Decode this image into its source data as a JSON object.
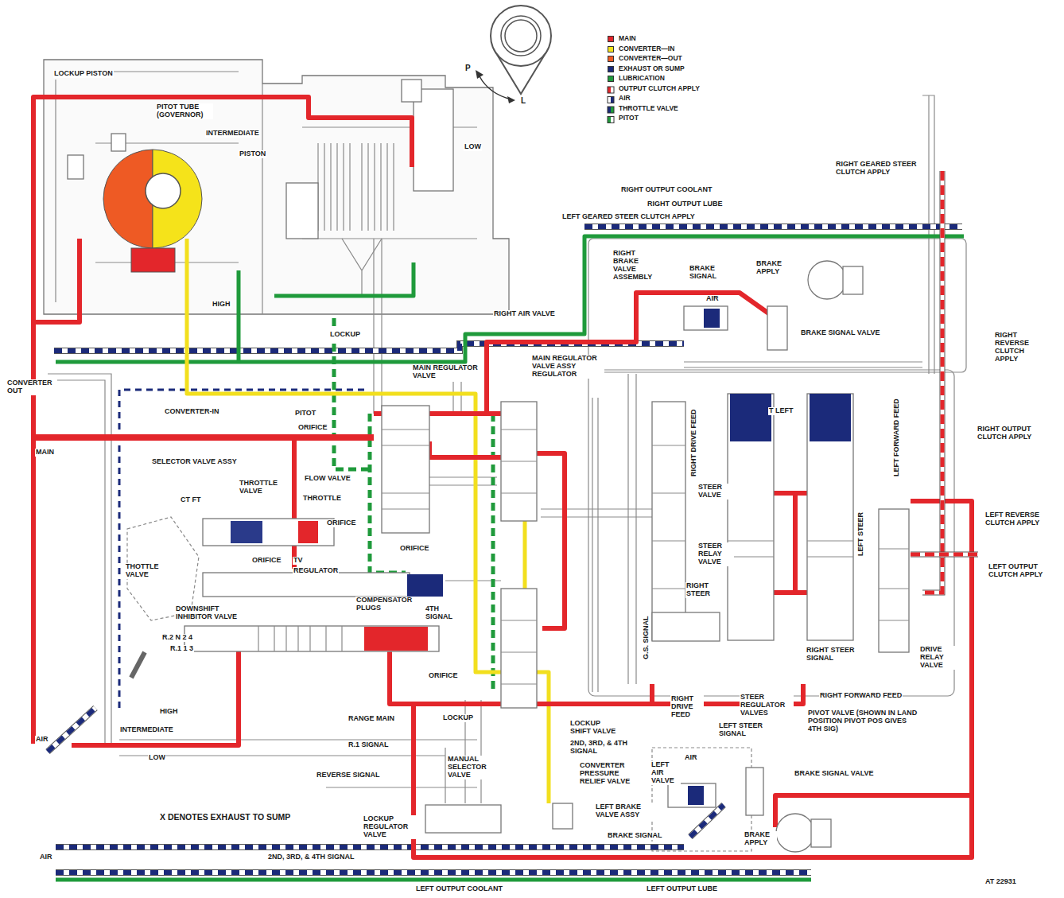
{
  "diagram": {
    "labels": [
      "LOCKUP PISTON",
      "PITOT TUBE (GOVERNOR)",
      "INTERMEDIATE",
      "PISTON",
      "LOW",
      "HIGH",
      "LOCKUP",
      "CONVERTER OUT",
      "MAIN",
      "CONVERTER-IN",
      "PITOT",
      "ORIFICE",
      "SELECTOR VALVE ASSY",
      "CT FT",
      "THROTTLE VALVE",
      "THROTTLE",
      "ORIFICE",
      "THOTTLE VALVE",
      "ORIFICE",
      "TV",
      "REGULATOR",
      "DOWNSHIFT INHIBITOR VALVE",
      "COMPENSATOR PLUGS",
      "4TH SIGNAL",
      "R.2 N 2 4",
      "R.1 1 3",
      "ORIFICE",
      "HIGH",
      "INTERMEDIATE",
      "LOW",
      "AIR",
      "RANGE MAIN",
      "LOCKUP",
      "R.1 SIGNAL",
      "REVERSE SIGNAL",
      "MANUAL SELECTOR VALVE",
      "LOCKUP SHIFT VALVE",
      "2ND, 3RD, & 4TH SIGNAL",
      "CONVERTER PRESSURE RELIEF VALVE",
      "X DENOTES EXHAUST TO SUMP",
      "LOCKUP REGULATOR VALVE",
      "LEFT BRAKE VALVE ASSY",
      "BRAKE SIGNAL",
      "AIR",
      "2ND, 3RD, & 4TH SIGNAL",
      "LEFT OUTPUT COOLANT",
      "LEFT OUTPUT LUBE",
      "AT 22931",
      "MAIN REGULATOR VALVE",
      "MAIN REGULATOR VALVE ASSY REGULATOR",
      "FLOW VALVE",
      "ORIFICE",
      "RIGHT AIR VALVE",
      "RIGHT OUTPUT COOLANT",
      "RIGHT OUTPUT LUBE",
      "LEFT GEARED STEER CLUTCH APPLY",
      "RIGHT BRAKE VALVE ASSEMBLY",
      "BRAKE SIGNAL",
      "BRAKE APPLY",
      "AIR",
      "BRAKE SIGNAL VALVE",
      "RIGHT GEARED STEER CLUTCH APPLY",
      "RIGHT REVERSE CLUTCH APPLY",
      "RIGHT OUTPUT CLUTCH APPLY",
      "RIGHT DRIVE FEED",
      "LEFT FORWARD FEED",
      "T LEFT",
      "STEER VALVE",
      "STEER RELAY VALVE",
      "RIGHT STEER",
      "LEFT STEER",
      "G.S. SIGNAL",
      "RIGHT STEER SIGNAL",
      "DRIVE RELAY VALVE",
      "LEFT REVERSE CLUTCH APPLY",
      "LEFT OUTPUT CLUTCH APPLY",
      "RIGHT FORWARD FEED",
      "RIGHT DRIVE FEED",
      "STEER REGULATOR VALVES",
      "PIVOT VALVE (SHOWN IN LAND POSITION PIVOT POS GIVES 4TH SIG)",
      "LEFT STEER SIGNAL",
      "LEFT AIR VALVE",
      "AIR",
      "BRAKE SIGNAL VALVE",
      "BRAKE APPLY",
      "P",
      "L"
    ],
    "legend": [
      {
        "text": "MAIN",
        "color": "#e3262b"
      },
      {
        "text": "CONVERTER—IN",
        "color": "#f5e31a"
      },
      {
        "text": "CONVERTER—OUT",
        "color": "#ee5a24"
      },
      {
        "text": "EXHAUST OR SUMP",
        "color": "#1b2a7a"
      },
      {
        "text": "LUBRICATION",
        "color": "#1f9a3b"
      },
      {
        "text": "OUTPUT CLUTCH APPLY"
      },
      {
        "text": "AIR"
      },
      {
        "text": "THROTTLE VALVE"
      },
      {
        "text": "PITOT"
      }
    ]
  }
}
